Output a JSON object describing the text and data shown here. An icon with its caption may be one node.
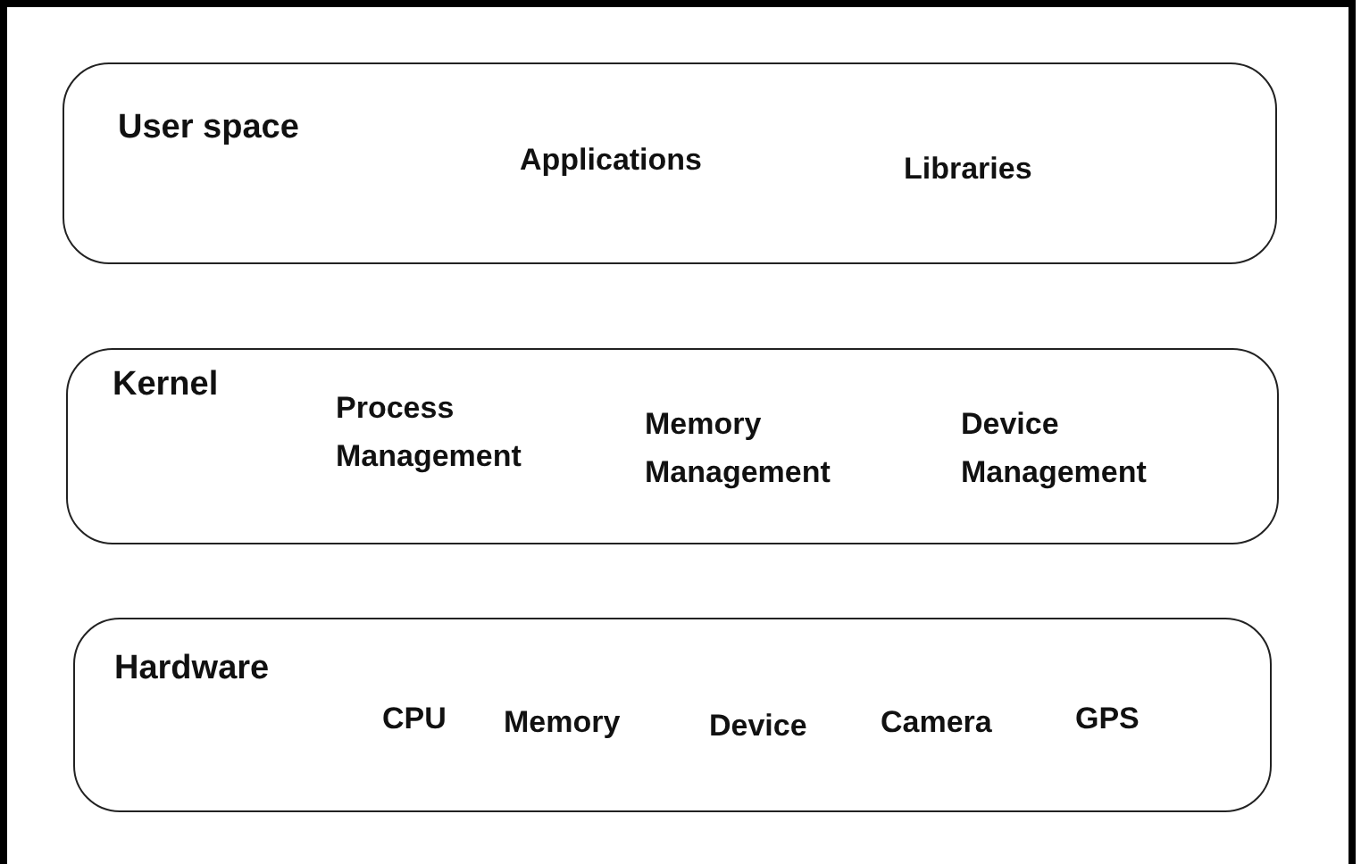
{
  "diagram": {
    "nodes": [
      {
        "text": [
          "User space",
          "Applications",
          "Libraries"
        ]
      },
      {
        "text": [
          "Kernel",
          "Process Management",
          "Memory Management",
          "Device Management"
        ]
      },
      {
        "text": [
          "Hardware",
          "CPU",
          "Memory",
          "Device",
          "Camera",
          "GPS"
        ]
      }
    ]
  }
}
